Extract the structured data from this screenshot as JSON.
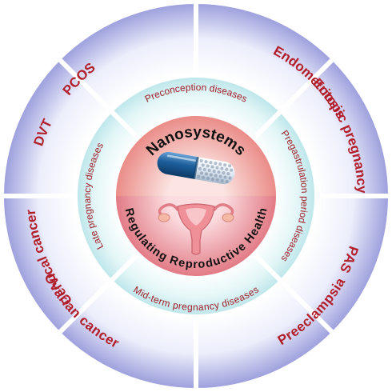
{
  "center": {
    "title": "Nanosystems",
    "subtitle": "Regulating Reproductive Health",
    "icons": [
      "capsule-icon",
      "uterus-icon"
    ]
  },
  "middle_ring": [
    {
      "label": "Preconception diseases"
    },
    {
      "label": "Pregastrulation period diseases"
    },
    {
      "label": "Mid-term pregnancy diseases"
    },
    {
      "label": "Late pregnancy diseases"
    }
  ],
  "outer_ring": [
    {
      "label": "PCOS"
    },
    {
      "label": "Endometriosis"
    },
    {
      "label": "Ectopic pregnancy"
    },
    {
      "label": "PAS"
    },
    {
      "label": "Ovarian cancer"
    },
    {
      "label": "Preeclampsia"
    },
    {
      "label": "Cervical cancer"
    },
    {
      "label": "DVT"
    }
  ],
  "colors": {
    "outer_ring_edge": "#8d8fd6",
    "outer_ring_center": "#f3f3fc",
    "middle_ring": "#cfeff2",
    "center_top": "#f2a6a2",
    "center_bottom": "#e8848b",
    "label_red": "#b21e2a",
    "capsule_blue": "#1d5f9c"
  }
}
